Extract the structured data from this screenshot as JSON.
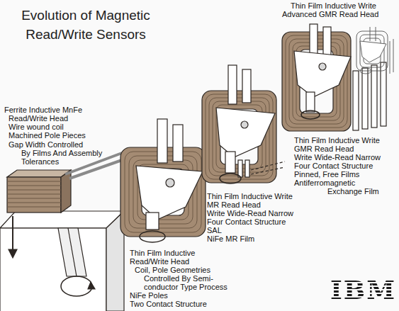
{
  "diagram": {
    "title": "Evolution of Magnetic Read/Write Sensors",
    "labels": [
      "Thin Film Inductive Write",
      "Advanced GMR Read Head",
      "Ferrite Inductive MnFe",
      "Read/Write Head",
      "Wire wound coil",
      "Machined Pole Pieces",
      "Gap Width Controlled",
      "By Films And Assembly",
      "Tolerances",
      "Thin Film Inductive Write",
      "GMR Read Head",
      "Write Wide-Read Narrow",
      "Four Contact Structure",
      "Pinned, Free Films",
      "Antiferromagnetic",
      "Exchange Film",
      "Thin Film Inductive Write",
      "MR Read Head",
      "Write Wide-Read Narrow",
      "Four Contact Structure",
      "SAL",
      "NiFe MR Film",
      "Thin Film Inductive",
      "Read/Write Head",
      "Coil, Pole Geometries",
      "Controlled By Semi-",
      "conductor Type Process",
      "NiFe Poles",
      "Two Contact Structure",
      "IBM"
    ]
  }
}
